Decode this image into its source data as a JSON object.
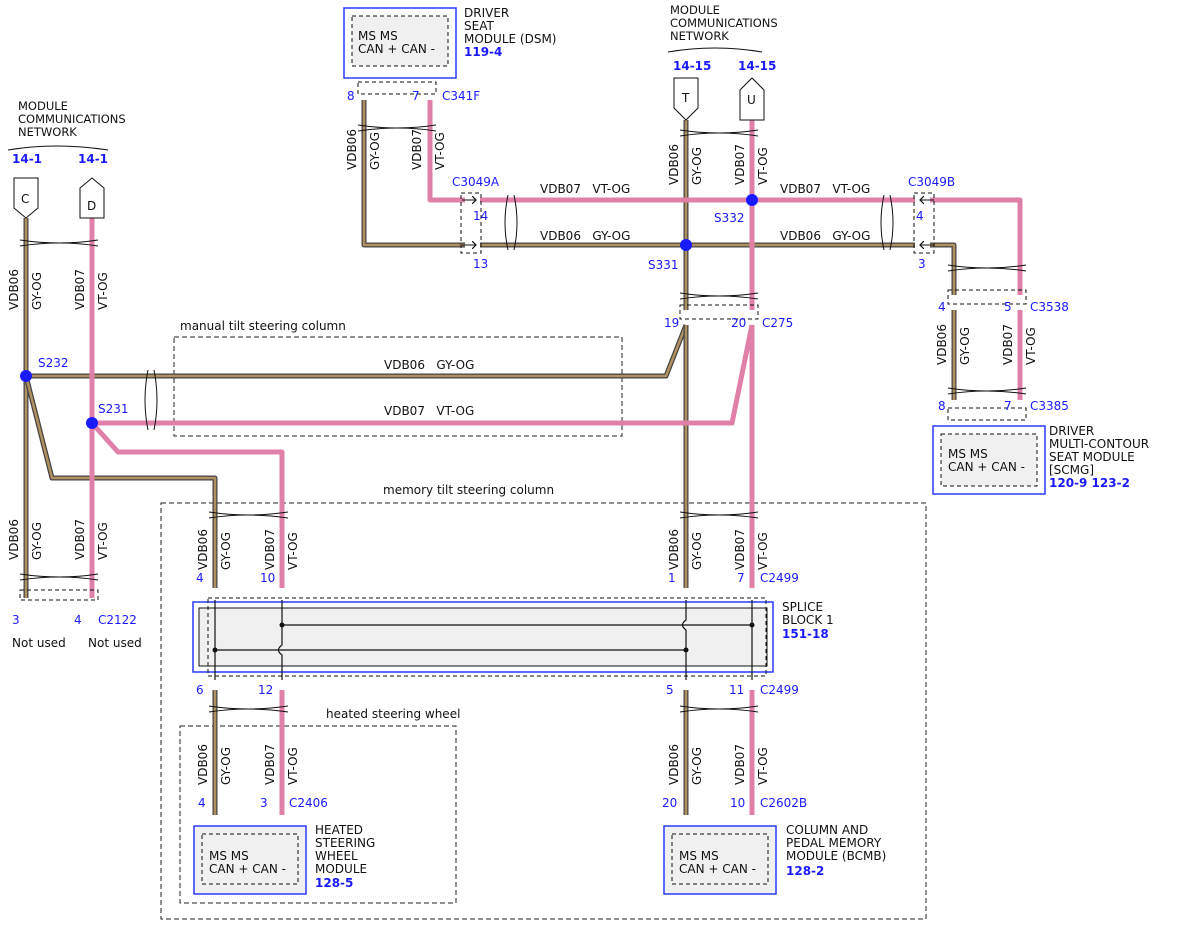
{
  "dsm": {
    "title_lines": [
      "DRIVER",
      "SEAT",
      "MODULE (DSM)"
    ],
    "ref": "119-4",
    "pins_a": "MS    MS",
    "pins_b": "CAN + CAN -"
  },
  "network_left": {
    "lines": [
      "MODULE",
      "COMMUNICATIONS",
      "NETWORK"
    ],
    "ref_c": "14-1",
    "ref_d": "14-1"
  },
  "network_right": {
    "lines": [
      "MODULE",
      "COMMUNICATIONS",
      "NETWORK"
    ],
    "ref_t": "14-15",
    "ref_u": "14-15"
  },
  "connector_letters": {
    "c": "C",
    "d": "D",
    "t": "T",
    "u": "U"
  },
  "connectors": {
    "c341f": "C341F",
    "c3049a": "C3049A",
    "c3049b": "C3049B",
    "c275": "C275",
    "c3538": "C3538",
    "c3385": "C3385",
    "c2122": "C2122",
    "c2499": "C2499",
    "c2406": "C2406",
    "c2602b": "C2602B"
  },
  "pins": {
    "dsm_8": "8",
    "dsm_7": "7",
    "c3049a_14": "14",
    "c3049a_13": "13",
    "c3049b_4": "4",
    "c3049b_3": "3",
    "c275_19": "19",
    "c275_20": "20",
    "c3538_4": "4",
    "c3538_5": "5",
    "c3385_8": "8",
    "c3385_7": "7",
    "c2122_3": "3",
    "c2122_4": "4",
    "splice_4": "4",
    "splice_10": "10",
    "splice_1": "1",
    "splice_7": "7",
    "splice_6": "6",
    "splice_12": "12",
    "splice_5": "5",
    "splice_11": "11",
    "c2406_4": "4",
    "c2406_3": "3",
    "c2602b_20": "20",
    "c2602b_10": "10"
  },
  "splices": {
    "s332": "S332",
    "s331": "S331",
    "s232": "S232",
    "s231": "S231"
  },
  "not_used": "Not used",
  "wire_labels": {
    "vdb06": "VDB06",
    "vdb07": "VDB07",
    "gyog": "GY-OG",
    "voog": "VT-OG",
    "vdb06_gyog": "VDB06   GY-OG",
    "vdb07_voog": "VDB07   VT-OG"
  },
  "groups": {
    "manual_tilt": "manual tilt steering column",
    "memory_tilt": "memory tilt steering column",
    "heated_wheel": "heated steering wheel"
  },
  "splice_block": {
    "lines": [
      "SPLICE",
      "BLOCK 1"
    ],
    "ref": "151-18"
  },
  "scmg": {
    "title_lines": [
      "DRIVER",
      "MULTI-CONTOUR",
      "SEAT MODULE",
      "[SCMG]"
    ],
    "ref": "120-9 123-2",
    "pins_a": "MS    MS",
    "pins_b": "CAN + CAN -"
  },
  "heated_module": {
    "title_lines": [
      "HEATED",
      "STEERING",
      "WHEEL",
      "MODULE"
    ],
    "ref": "128-5",
    "pins_a": "MS    MS",
    "pins_b": "CAN + CAN -"
  },
  "bcmb": {
    "title_lines": [
      "COLUMN AND",
      "PEDAL MEMORY",
      "MODULE (BCMB)"
    ],
    "ref": "128-2",
    "pins_a": "MS    MS",
    "pins_b": "CAN +  CAN -"
  },
  "colors": {
    "wire_gray_orange": "#b09060",
    "wire_violet_orange": "#e080a8",
    "accent_blue": "#1a1aff"
  }
}
